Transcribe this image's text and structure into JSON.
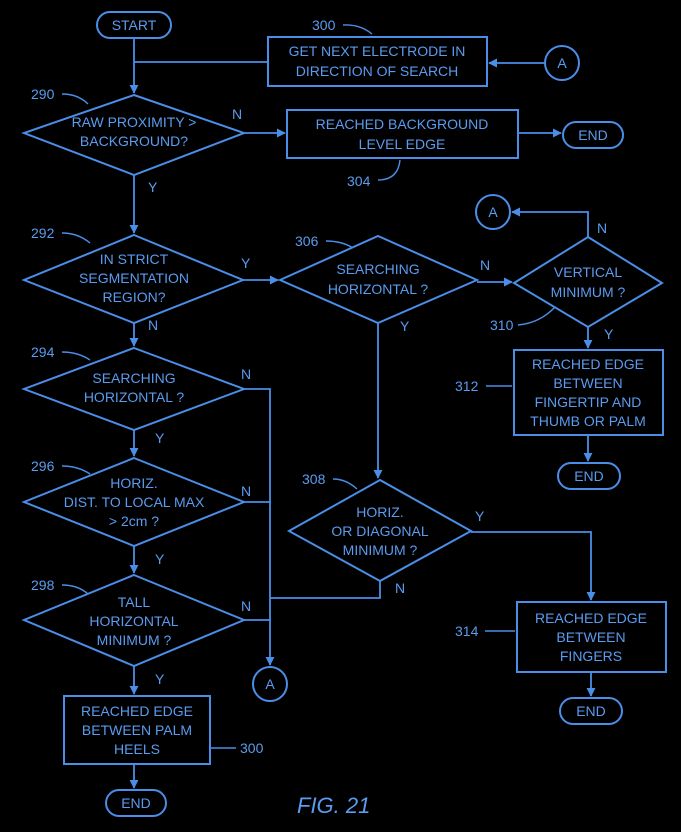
{
  "terminals": {
    "start": "START",
    "end_background": "END",
    "end_fingertip": "END",
    "end_fingers": "END",
    "end_palm": "END"
  },
  "connectors": {
    "a_right": "A",
    "a_top_right": "A",
    "a_bottom": "A"
  },
  "boxes": {
    "get_next_electrode": [
      "GET NEXT ELECTRODE IN",
      "DIRECTION OF SEARCH"
    ],
    "background_edge": [
      "REACHED BACKGROUND",
      "LEVEL EDGE"
    ],
    "fingertip_edge": [
      "REACHED EDGE",
      "BETWEEN",
      "FINGERTIP AND",
      "THUMB OR PALM"
    ],
    "fingers_edge": [
      "REACHED EDGE",
      "BETWEEN",
      "FINGERS"
    ],
    "palm_edge": [
      "REACHED EDGE",
      "BETWEEN PALM",
      "HEELS"
    ]
  },
  "decisions": {
    "raw_proximity": [
      "RAW PROXIMITY >",
      "BACKGROUND?"
    ],
    "strict_segmentation": [
      "IN STRICT",
      "SEGMENTATION",
      "REGION?"
    ],
    "searching_horizontal_306": [
      "SEARCHING",
      "HORIZONTAL ?"
    ],
    "vertical_minimum": [
      "VERTICAL",
      "MINIMUM ?"
    ],
    "searching_horizontal_294": [
      "SEARCHING",
      "HORIZONTAL ?"
    ],
    "horiz_dist": [
      "HORIZ.",
      "DIST. TO LOCAL MAX",
      "> 2cm ?"
    ],
    "horiz_diag_min": [
      "HORIZ.",
      "OR DIAGONAL",
      "MINIMUM ?"
    ],
    "tall_horiz_min": [
      "TALL",
      "HORIZONTAL",
      "MINIMUM ?"
    ]
  },
  "refs": {
    "r300_top": "300",
    "r290": "290",
    "r304": "304",
    "r292": "292",
    "r306": "306",
    "r310": "310",
    "r312": "312",
    "r294": "294",
    "r296": "296",
    "r308": "308",
    "r298": "298",
    "r314": "314",
    "r300_bottom": "300"
  },
  "branch_labels": {
    "n": "N",
    "y": "Y"
  },
  "figure_caption": "FIG. 21"
}
